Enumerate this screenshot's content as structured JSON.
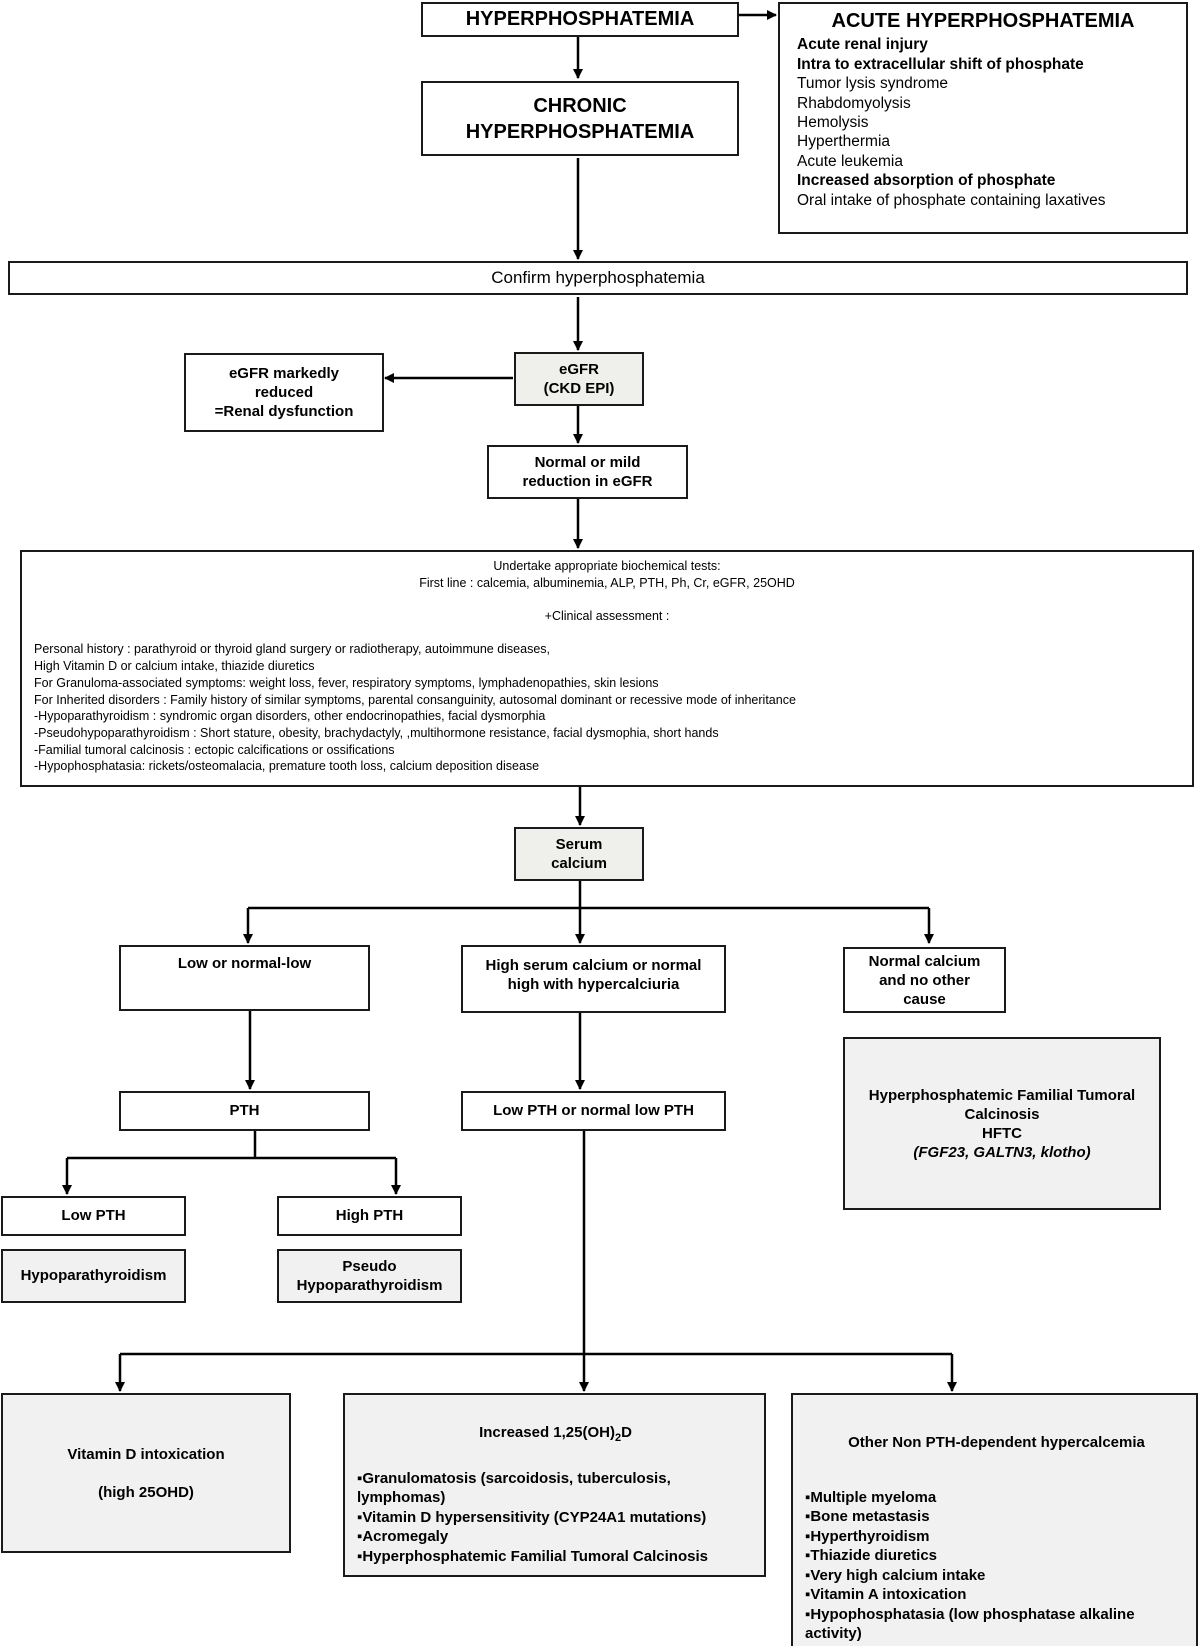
{
  "hyperphosphatemia": "HYPERPHOSPHATEMIA",
  "chronic": [
    "CHRONIC",
    "HYPERPHOSPHATEMIA"
  ],
  "acute": {
    "title": "ACUTE HYPERPHOSPHATEMIA",
    "lines": [
      {
        "text": "Acute renal injury",
        "bold": true
      },
      {
        "text": "Intra to extracellular shift of phosphate",
        "bold": true
      },
      {
        "text": "Tumor lysis syndrome",
        "bold": false
      },
      {
        "text": "Rhabdomyolysis",
        "bold": false
      },
      {
        "text": "Hemolysis",
        "bold": false
      },
      {
        "text": "Hyperthermia",
        "bold": false
      },
      {
        "text": "Acute leukemia",
        "bold": false
      },
      {
        "text": "Increased absorption of phosphate",
        "bold": true
      },
      {
        "text": "Oral intake of phosphate containing laxatives",
        "bold": false
      }
    ]
  },
  "confirm": "Confirm hyperphosphatemia",
  "egfr_reduced": [
    "eGFR markedly",
    "reduced",
    "=Renal dysfunction"
  ],
  "egfr": [
    "eGFR",
    "(CKD EPI)"
  ],
  "normal_egfr": [
    "Normal or mild",
    "reduction in eGFR"
  ],
  "biochem": {
    "title": "Undertake appropriate biochemical tests:",
    "first_line": "First line : calcemia, albuminemia, ALP, PTH, Ph, Cr, eGFR, 25OHD",
    "clinical": "+Clinical assessment :",
    "lines": [
      "Personal history : parathyroid or thyroid gland surgery or radiotherapy, autoimmune diseases,",
      "High Vitamin D or calcium intake, thiazide diuretics",
      "For Granuloma-associated symptoms: weight loss, fever, respiratory symptoms, lymphadenopathies, skin lesions",
      "For Inherited disorders  : Family history of similar symptoms, parental consanguinity, autosomal dominant or recessive mode of inheritance",
      "-Hypoparathyroidism : syndromic organ disorders, other endocrinopathies, facial dysmorphia",
      "-Pseudohypoparathyroidism : Short stature, obesity,  brachydactyly, ,multihormone resistance, facial dysmophia, short hands",
      "-Familial tumoral calcinosis : ectopic calcifications or ossifications",
      "-Hypophosphatasia: rickets/osteomalacia, premature tooth loss, calcium deposition disease"
    ]
  },
  "serum_calcium": [
    "Serum",
    "calcium"
  ],
  "low_normal": "Low or normal-low",
  "high_serum": [
    "High serum calcium or normal",
    "high with hypercalciuria"
  ],
  "normal_calcium": [
    "Normal calcium",
    "and no other",
    "cause"
  ],
  "hftc": {
    "lines": [
      "Hyperphosphatemic Familial Tumoral",
      "Calcinosis",
      "HFTC"
    ],
    "genes": "(FGF23, GALTN3, klotho)"
  },
  "pth": "PTH",
  "low_pth_normal": "Low PTH or normal low PTH",
  "low_pth": "Low PTH",
  "high_pth": "High PTH",
  "hypopara": "Hypoparathyroidism",
  "pseudo": [
    "Pseudo",
    "Hypoparathyroidism"
  ],
  "vitd": {
    "title": "Vitamin D intoxication",
    "sub": "(high 25OHD)"
  },
  "increased": {
    "title_pre": "Increased 1,25(OH)",
    "title_sub": "2",
    "title_post": "D",
    "items": [
      "▪Granulomatosis (sarcoidosis, tuberculosis, lymphomas)",
      "▪Vitamin D hypersensitivity (CYP24A1 mutations)",
      "▪Acromegaly",
      "▪Hyperphosphatemic Familial Tumoral Calcinosis"
    ]
  },
  "other": {
    "title": "Other Non PTH-dependent hypercalcemia",
    "items": [
      "▪Multiple myeloma",
      "▪Bone metastasis",
      "▪Hyperthyroidism",
      "▪Thiazide diuretics",
      "▪Very high calcium intake",
      "▪Vitamin A intoxication",
      "▪Hypophosphatasia (low phosphatase alkaline activity)"
    ]
  }
}
